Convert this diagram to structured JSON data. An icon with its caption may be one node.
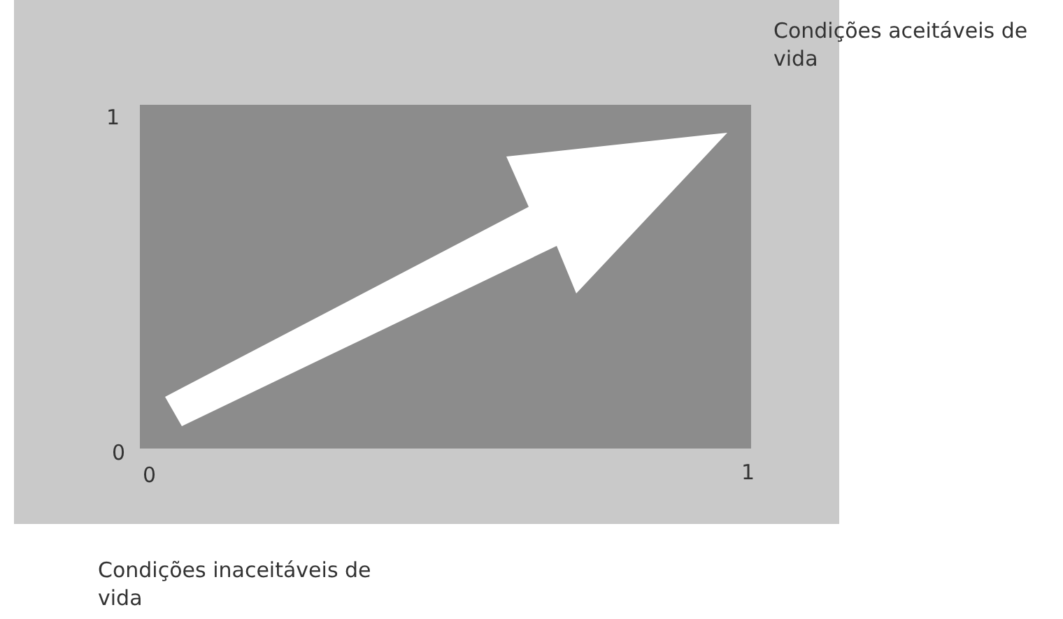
{
  "diagram": {
    "labels": [
      "Condições aceitáveis de vida",
      "1",
      "0",
      "0",
      "1",
      "Condições inaceitáveis de vida"
    ]
  }
}
